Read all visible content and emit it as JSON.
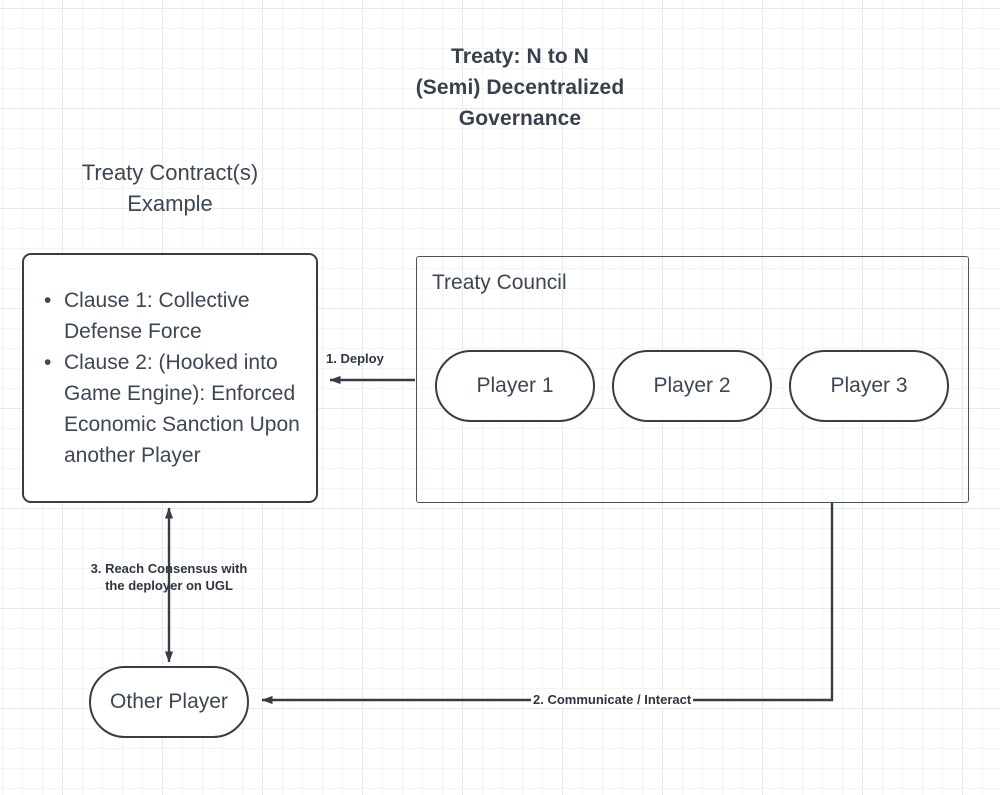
{
  "diagram": {
    "title": "Treaty: N to N\n(Semi) Decentralized\nGovernance",
    "title_lines": [
      "Treaty: N to N",
      "(Semi) Decentralized",
      "Governance"
    ],
    "background": "#ffffff",
    "grid_color_minor": "#f4f4f4",
    "grid_color_major": "#e9e9e9",
    "stroke_color": "#353d4b",
    "text_color": "#3d4654"
  },
  "labels": {
    "contract_heading": "Treaty Contract(s)\nExample",
    "contract_heading_line1": "Treaty Contract(s)",
    "contract_heading_line2": "Example"
  },
  "nodes": {
    "contract_box": {
      "name": "Treaty Contract(s) Example",
      "clauses": [
        "Clause 1: Collective Defense Force",
        "Clause 2: (Hooked into Game Engine): Enforced Economic Sanction Upon another Player"
      ]
    },
    "council": {
      "title": "Treaty Council",
      "players": [
        {
          "label": "Player 1"
        },
        {
          "label": "Player 2"
        },
        {
          "label": "Player 3"
        }
      ]
    },
    "other_player": {
      "label": "Other Player"
    }
  },
  "edges": [
    {
      "id": "deploy",
      "label": "1. Deploy",
      "from": "Treaty Council",
      "to": "Treaty Contract(s)",
      "arrow": "single"
    },
    {
      "id": "communicate",
      "label": "2. Communicate / Interact",
      "from": "Treaty Council",
      "to": "Other Player",
      "arrow": "single"
    },
    {
      "id": "consensus",
      "label": "3. Reach Consensus with\nthe deployer on UGL",
      "label_line1": "3. Reach Consensus with",
      "label_line2": "the deployer on UGL",
      "from": "Treaty Contract(s)",
      "to": "Other Player",
      "arrow": "double"
    }
  ]
}
